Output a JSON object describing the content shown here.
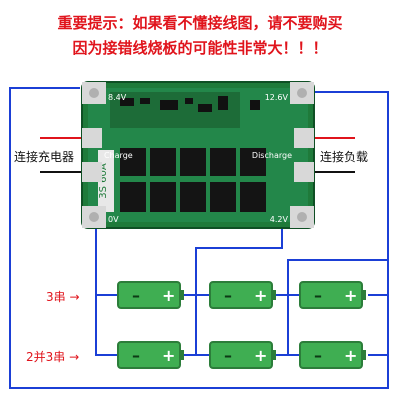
{
  "warning": {
    "line1": "重要提示：如果看不懂接线图，请不要购买",
    "line2": "因为接错线烧板的可能性非常大！！！"
  },
  "board": {
    "model": "3S 60A",
    "pad_top_left": "8.4V",
    "pad_top_right": "12.6V",
    "pad_charge": "Charge",
    "pad_discharge": "Discharge",
    "pad_bottom_left": "0V",
    "pad_bottom_right": "4.2V"
  },
  "labels": {
    "charger": "连接充电器",
    "load": "连接负载",
    "series3": "3串 →",
    "parallel2_series3": "2并3串 →"
  },
  "battery": {
    "neg": "–",
    "pos": "+"
  },
  "colors": {
    "warning": "#e0141c",
    "wire": "#1b3fd6",
    "wire_pos": "#e0141c",
    "wire_neg": "#111111",
    "pcb": "#1f7a3a",
    "battery": "#3fae52"
  }
}
